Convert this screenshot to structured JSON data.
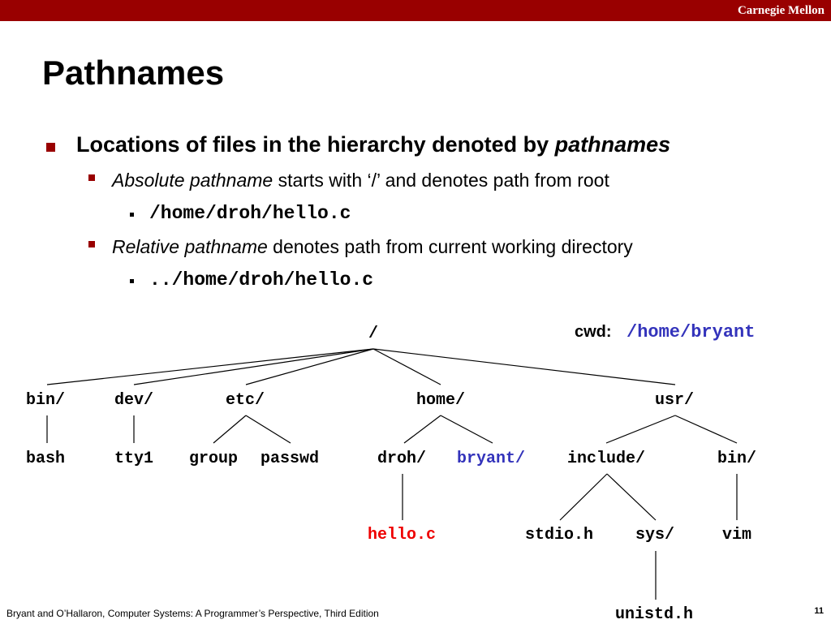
{
  "header": {
    "brand": "Carnegie Mellon"
  },
  "slide": {
    "title": "Pathnames",
    "bullet1": {
      "pre": "Locations of files in the hierarchy denoted by ",
      "em": "pathnames"
    },
    "bullet2": {
      "em": "Absolute pathname",
      "rest": " starts with ‘/’ and denotes path from root"
    },
    "bullet2_example": "/home/droh/hello.c",
    "bullet3": {
      "em": "Relative pathname",
      "rest": " denotes path from current working directory"
    },
    "bullet3_example": "../home/droh/hello.c"
  },
  "tree": {
    "cwd_label": "cwd:",
    "cwd_value": "/home/bryant",
    "root": "/",
    "bin": "bin/",
    "dev": "dev/",
    "etc": "etc/",
    "home": "home/",
    "usr": "usr/",
    "bash": "bash",
    "tty1": "tty1",
    "group": "group",
    "passwd": "passwd",
    "droh": "droh/",
    "bryant": "bryant/",
    "include": "include/",
    "usr_bin": "bin/",
    "hello_c": "hello.c",
    "stdio_h": "stdio.h",
    "sys": "sys/",
    "vim": "vim",
    "unistd_h": "unistd.h",
    "colors": {
      "highlight_blue": "#3333bb",
      "highlight_red": "#ee0000"
    }
  },
  "footer": {
    "citation": "Bryant and O’Hallaron, Computer Systems: A Programmer’s Perspective, Third Edition",
    "page": "11"
  },
  "colors": {
    "brand_bar": "#990000"
  }
}
